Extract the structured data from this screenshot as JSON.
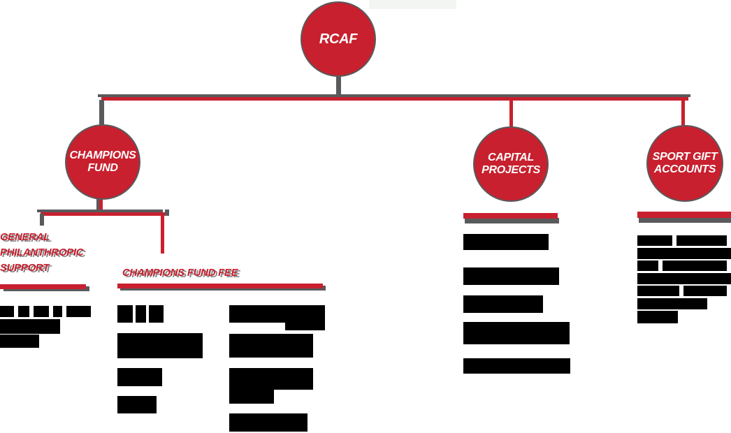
{
  "colors": {
    "node_red": "#c8202e",
    "connector_red": "#c8202e",
    "shadow_gray": "#595a5c",
    "text_black": "#000000",
    "circle_text": "#ffffff"
  },
  "org_chart": {
    "root": {
      "label": "RCAF"
    },
    "branches": [
      {
        "id": "champions-fund",
        "lines": [
          "CHAMPIONS",
          "FUND"
        ]
      },
      {
        "id": "capital-projects",
        "lines": [
          "CAPITAL",
          "PROJECTS"
        ]
      },
      {
        "id": "sport-gift-accounts",
        "lines": [
          "SPORT GIFT",
          "ACCOUNTS"
        ]
      }
    ],
    "subheadings": {
      "general_philanthropic": {
        "lines": [
          "GENERAL",
          "PHILANTHROPIC",
          "SUPPORT"
        ]
      },
      "champions_fund_fee": {
        "label": "CHAMPIONS FUND FEE"
      }
    }
  },
  "illegible_text_blocks": [
    {
      "name": "general-support-text",
      "rects": [
        [
          0,
          438,
          20,
          16
        ],
        [
          26,
          438,
          16,
          16
        ],
        [
          48,
          438,
          22,
          16
        ],
        [
          76,
          438,
          13,
          16
        ],
        [
          95,
          438,
          35,
          16
        ],
        [
          0,
          457,
          86,
          21
        ],
        [
          0,
          479,
          56,
          19
        ]
      ]
    },
    {
      "name": "champions-fee-column-1",
      "rects": [
        [
          168,
          437,
          22,
          25
        ],
        [
          194,
          437,
          15,
          25
        ],
        [
          213,
          437,
          21,
          25
        ],
        [
          168,
          477,
          122,
          36
        ],
        [
          168,
          527,
          64,
          26
        ],
        [
          168,
          567,
          56,
          25
        ]
      ]
    },
    {
      "name": "champions-fee-column-2",
      "rects": [
        [
          328,
          437,
          137,
          25
        ],
        [
          408,
          462,
          57,
          11
        ],
        [
          328,
          478,
          120,
          34
        ],
        [
          328,
          527,
          120,
          31
        ],
        [
          328,
          558,
          64,
          20
        ],
        [
          328,
          592,
          112,
          26
        ]
      ]
    },
    {
      "name": "capital-projects-items",
      "rects": [
        [
          663,
          335,
          122,
          23
        ],
        [
          663,
          383,
          137,
          25
        ],
        [
          663,
          423,
          114,
          25
        ],
        [
          663,
          461,
          152,
          32
        ],
        [
          663,
          513,
          153,
          22
        ]
      ]
    },
    {
      "name": "sport-gift-text",
      "rects": [
        [
          912,
          337,
          50,
          15
        ],
        [
          968,
          337,
          72,
          15
        ],
        [
          912,
          355,
          134,
          16
        ],
        [
          912,
          373,
          30,
          15
        ],
        [
          948,
          373,
          92,
          15
        ],
        [
          912,
          391,
          134,
          16
        ],
        [
          912,
          409,
          60,
          15
        ],
        [
          978,
          409,
          62,
          15
        ],
        [
          912,
          427,
          100,
          16
        ],
        [
          912,
          445,
          58,
          18
        ]
      ]
    }
  ]
}
